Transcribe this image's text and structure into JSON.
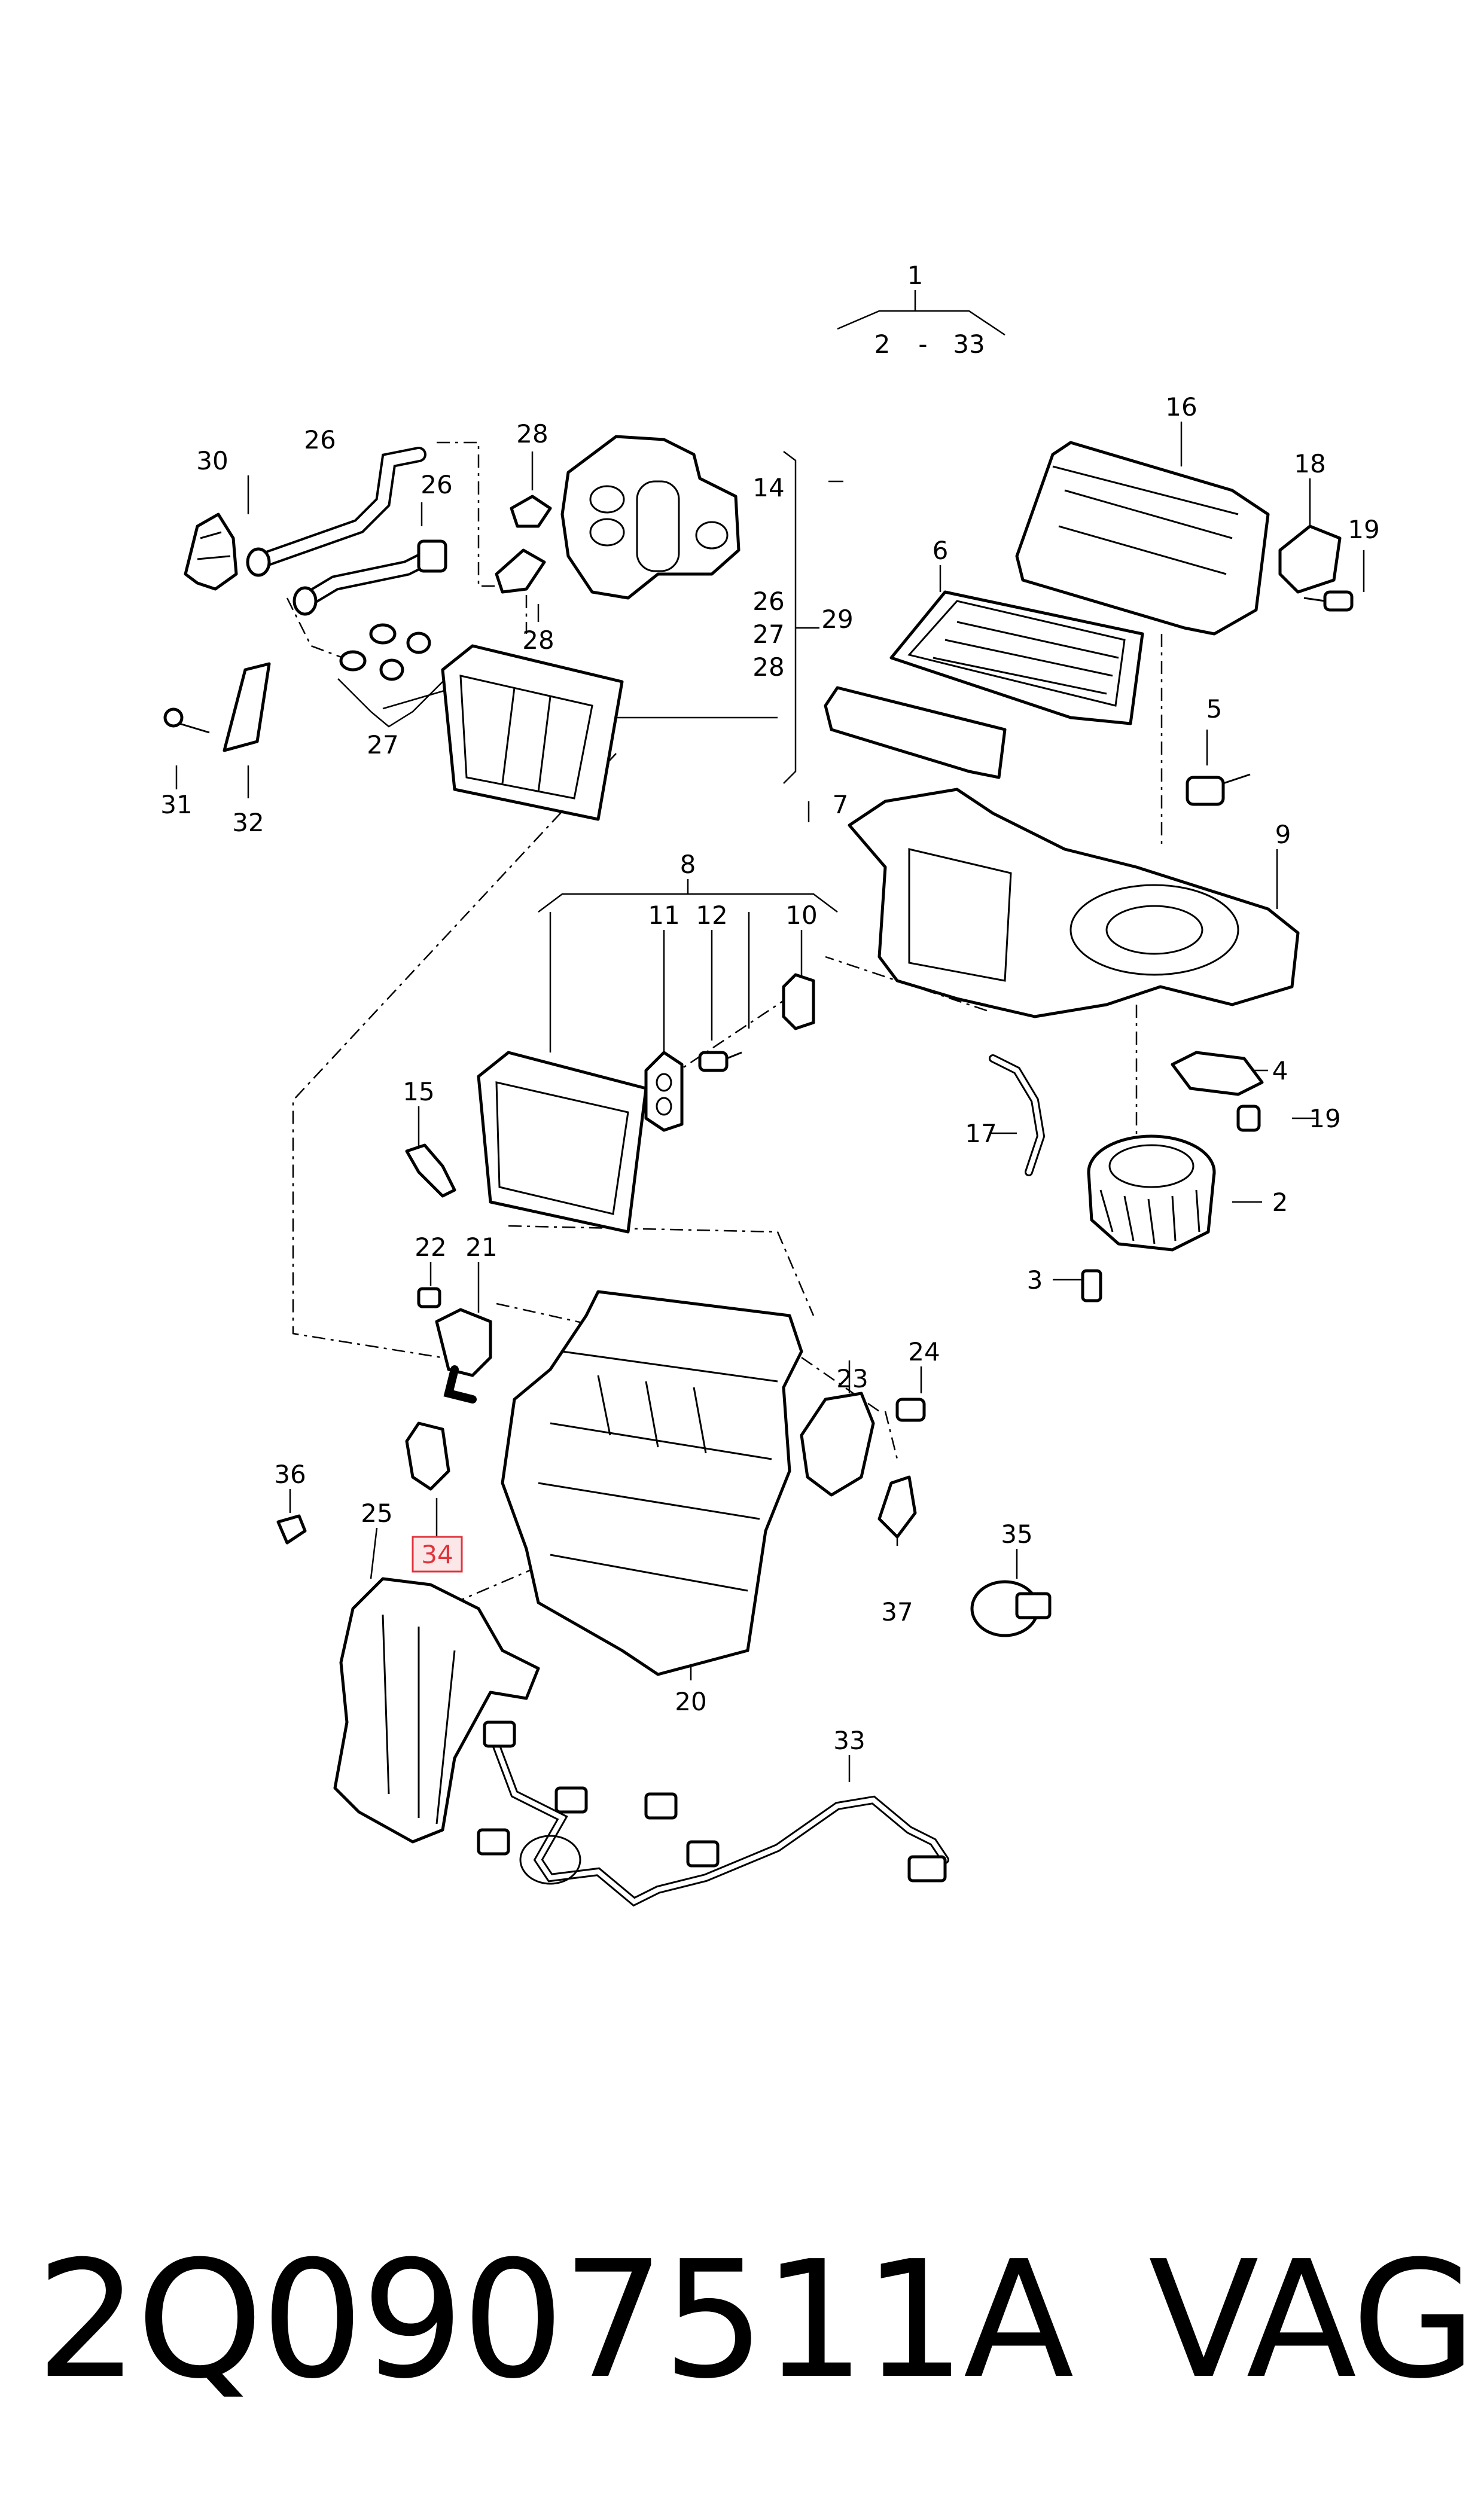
{
  "callouts": {
    "c1": "1",
    "range_from": "2",
    "range_dash": "-",
    "range_to": "33",
    "c2": "2",
    "c3": "3",
    "c4": "4",
    "c5": "5",
    "c6": "6",
    "c7": "7",
    "c8": "8",
    "c9": "9",
    "c10": "10",
    "c11": "11",
    "c12": "12",
    "c14": "14",
    "c15": "15",
    "c16": "16",
    "c17": "17",
    "c18": "18",
    "c19a": "19",
    "c19b": "19",
    "c20": "20",
    "c21": "21",
    "c22": "22",
    "c23": "23",
    "c24": "24",
    "c25": "25",
    "c26a": "26",
    "c26b": "26",
    "c26c": "26",
    "c27a": "27",
    "c27b": "27",
    "c28a": "28",
    "c28b": "28",
    "c28c": "28",
    "c29": "29",
    "c30": "30",
    "c31": "31",
    "c32": "32",
    "c33": "33",
    "c34": "34",
    "c35": "35",
    "c36": "36",
    "c37": "37"
  },
  "highlight_color": "#e0343c",
  "footer": {
    "part_number": "2Q0907511A",
    "brand": "VAG"
  }
}
